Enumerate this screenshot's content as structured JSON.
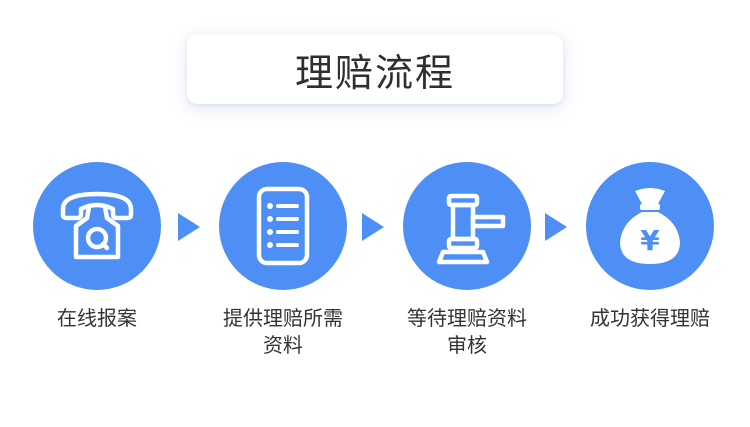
{
  "title": "理赔流程",
  "colors": {
    "accent": "#4e8ff5",
    "text": "#333333",
    "icon": "#ffffff"
  },
  "steps": [
    {
      "icon": "telephone-icon",
      "label_lines": [
        "在线报案"
      ]
    },
    {
      "icon": "document-list-icon",
      "label_lines": [
        "提供理赔所需",
        "资料"
      ]
    },
    {
      "icon": "gavel-icon",
      "label_lines": [
        "等待理赔资料",
        "审核"
      ]
    },
    {
      "icon": "money-bag-icon",
      "label_lines": [
        "成功获得理赔"
      ]
    }
  ],
  "money_symbol": "¥"
}
